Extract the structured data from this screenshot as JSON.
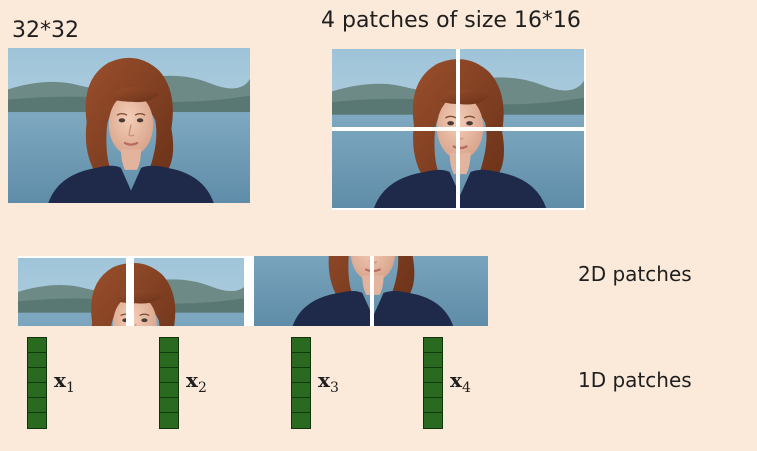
{
  "labels": {
    "original_size": "32*32",
    "patches_title": "4 patches of size 16*16",
    "patches_2d": "2D patches",
    "patches_1d": "1D patches"
  },
  "vectors": [
    {
      "symbol": "x",
      "index": "1"
    },
    {
      "symbol": "x",
      "index": "2"
    },
    {
      "symbol": "x",
      "index": "3"
    },
    {
      "symbol": "x",
      "index": "4"
    }
  ],
  "vector_cells": 6,
  "colors": {
    "background": "#fbe9d9",
    "vector_fill": "#2a6a20",
    "vector_border": "#10330c"
  }
}
